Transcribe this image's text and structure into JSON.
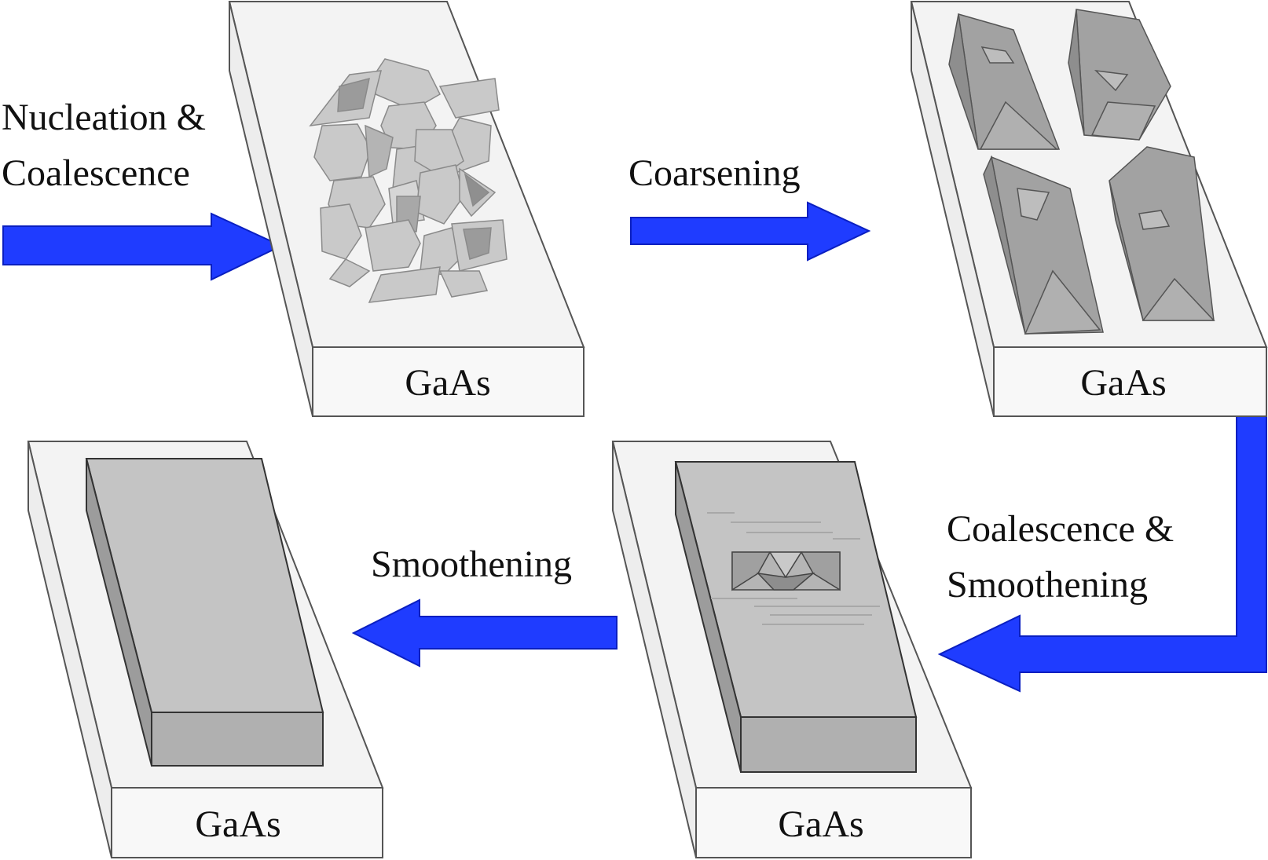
{
  "colors": {
    "arrow": "#1f3cff",
    "arrow_stroke": "#0a1fc0",
    "substrate_top": "#f3f3f3",
    "substrate_front": "#f8f8f8",
    "outline": "#555555",
    "film": "#a9a9a9",
    "film_light": "#c6c6c6",
    "film_dark": "#8d8d8d",
    "grain": "#c9c9c9"
  },
  "steps": [
    {
      "label_lines": [
        "Nucleation &",
        "Coalescence"
      ]
    },
    {
      "label_lines": [
        "Coarsening"
      ]
    },
    {
      "label_lines": [
        "Coalescence &",
        "Smoothening"
      ]
    },
    {
      "label_lines": [
        "Smoothening"
      ]
    }
  ],
  "substrates": [
    {
      "name": "GaAs",
      "state": "grains"
    },
    {
      "name": "GaAs",
      "state": "islands"
    },
    {
      "name": "GaAs",
      "state": "partially-coalesced-film"
    },
    {
      "name": "GaAs",
      "state": "smooth-film"
    }
  ]
}
